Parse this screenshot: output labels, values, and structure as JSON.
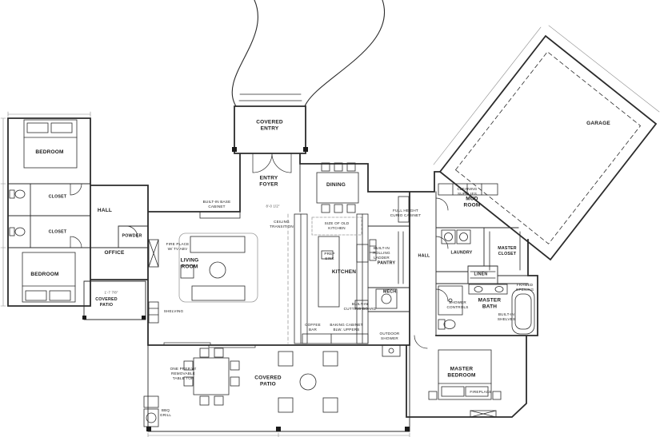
{
  "colors": {
    "background": "#ffffff",
    "ink": "#2b2b2b",
    "light_gray": "#9a9a9a"
  },
  "room_labels": [
    {
      "text": "BEDROOM"
    },
    {
      "text": "CLOSET"
    },
    {
      "text": "CLOSET"
    },
    {
      "text": "BEDROOM"
    },
    {
      "text": "HALL"
    },
    {
      "text": "POWDER"
    },
    {
      "text": "OFFICE"
    },
    {
      "text": "COVERED\nPATIO"
    },
    {
      "text": "LIVING\nROOM"
    },
    {
      "text": "ENTRY\nFOYER"
    },
    {
      "text": "COVERED\nENTRY"
    },
    {
      "text": "DINING"
    },
    {
      "text": "KITCHEN"
    },
    {
      "text": "PANTRY"
    },
    {
      "text": "MECH."
    },
    {
      "text": "MUD\nROOM"
    },
    {
      "text": "LAUNDRY"
    },
    {
      "text": "HALL"
    },
    {
      "text": "MASTER\nCLOSET"
    },
    {
      "text": "LINEN"
    },
    {
      "text": "MASTER\nBATH"
    },
    {
      "text": "MASTER\nBEDROOM"
    },
    {
      "text": "COVERED\nPATIO"
    },
    {
      "text": "GARAGE"
    }
  ],
  "annotation_labels": [
    {
      "text": "BUILT-IN BASE\nCABINET"
    },
    {
      "text": "CEILING\nTRANSITION"
    },
    {
      "text": "SIZE OF OLD\nKITCHEN"
    },
    {
      "text": "FULL HEIGHT\nCURIO CABINET"
    },
    {
      "text": "FIRE PLACE\nW/ TV ABV"
    },
    {
      "text": "SHELVING"
    },
    {
      "text": "PREP\nSINK"
    },
    {
      "text": "BUILT-IN\nROLLING\nLADDER"
    },
    {
      "text": "BUILT-IN\nCUTTING BOARD"
    },
    {
      "text": "COFFEE\nBAR"
    },
    {
      "text": "BAKING CABINET\nBLW. UPPERS"
    },
    {
      "text": "OUTDOOR\nSHOWER"
    },
    {
      "text": "CLEANING\nSUPPLIES"
    },
    {
      "text": "SHOWER\nCONTROLS"
    },
    {
      "text": "FRAMED\nOPENING"
    },
    {
      "text": "BUILT-IN\nSHELVES"
    },
    {
      "text": "FIREPLACE"
    },
    {
      "text": "BBQ\nGRILL"
    },
    {
      "text": "ONE PREP W/\nREMOVABLE\nTABLE TOP"
    }
  ],
  "dimension_labels": [
    {
      "text": "8'-0 1/2\""
    },
    {
      "text": "1'-7 7/8\""
    }
  ]
}
